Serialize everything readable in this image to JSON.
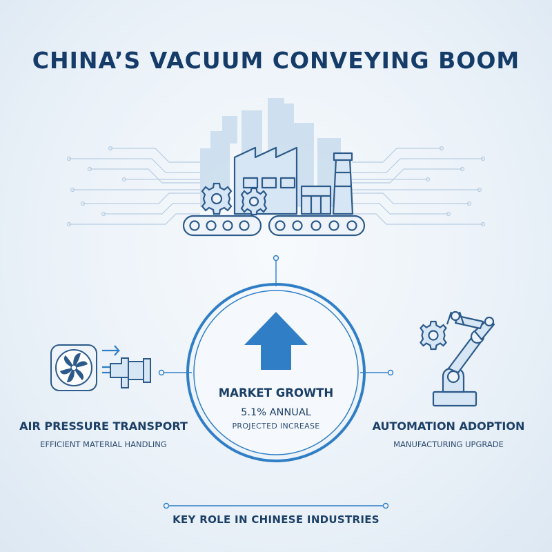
{
  "title": "CHINA’S VACUUM CONVEYING BOOM",
  "center": {
    "label": "MARKET GROWTH",
    "value": "5.1% ANNUAL",
    "subtext": "PROJECTED INCREASE"
  },
  "left": {
    "label": "AIR PRESSURE TRANSPORT",
    "subtext": "EFFICIENT MATERIAL HANDLING"
  },
  "right": {
    "label": "AUTOMATION ADOPTION",
    "subtext": "MANUFACTURING UPGRADE"
  },
  "footer": "KEY ROLE IN CHINESE INDUSTRIES",
  "colors": {
    "navy": "#153c68",
    "accent": "#2f7ec6",
    "line": "#2c5a8a",
    "fill_light": "#c7dcf0"
  },
  "icons": [
    "factory-icon",
    "gear-icon",
    "conveyor-icon",
    "up-arrow-icon",
    "fan-icon",
    "pipe-icon",
    "robot-arm-icon"
  ]
}
